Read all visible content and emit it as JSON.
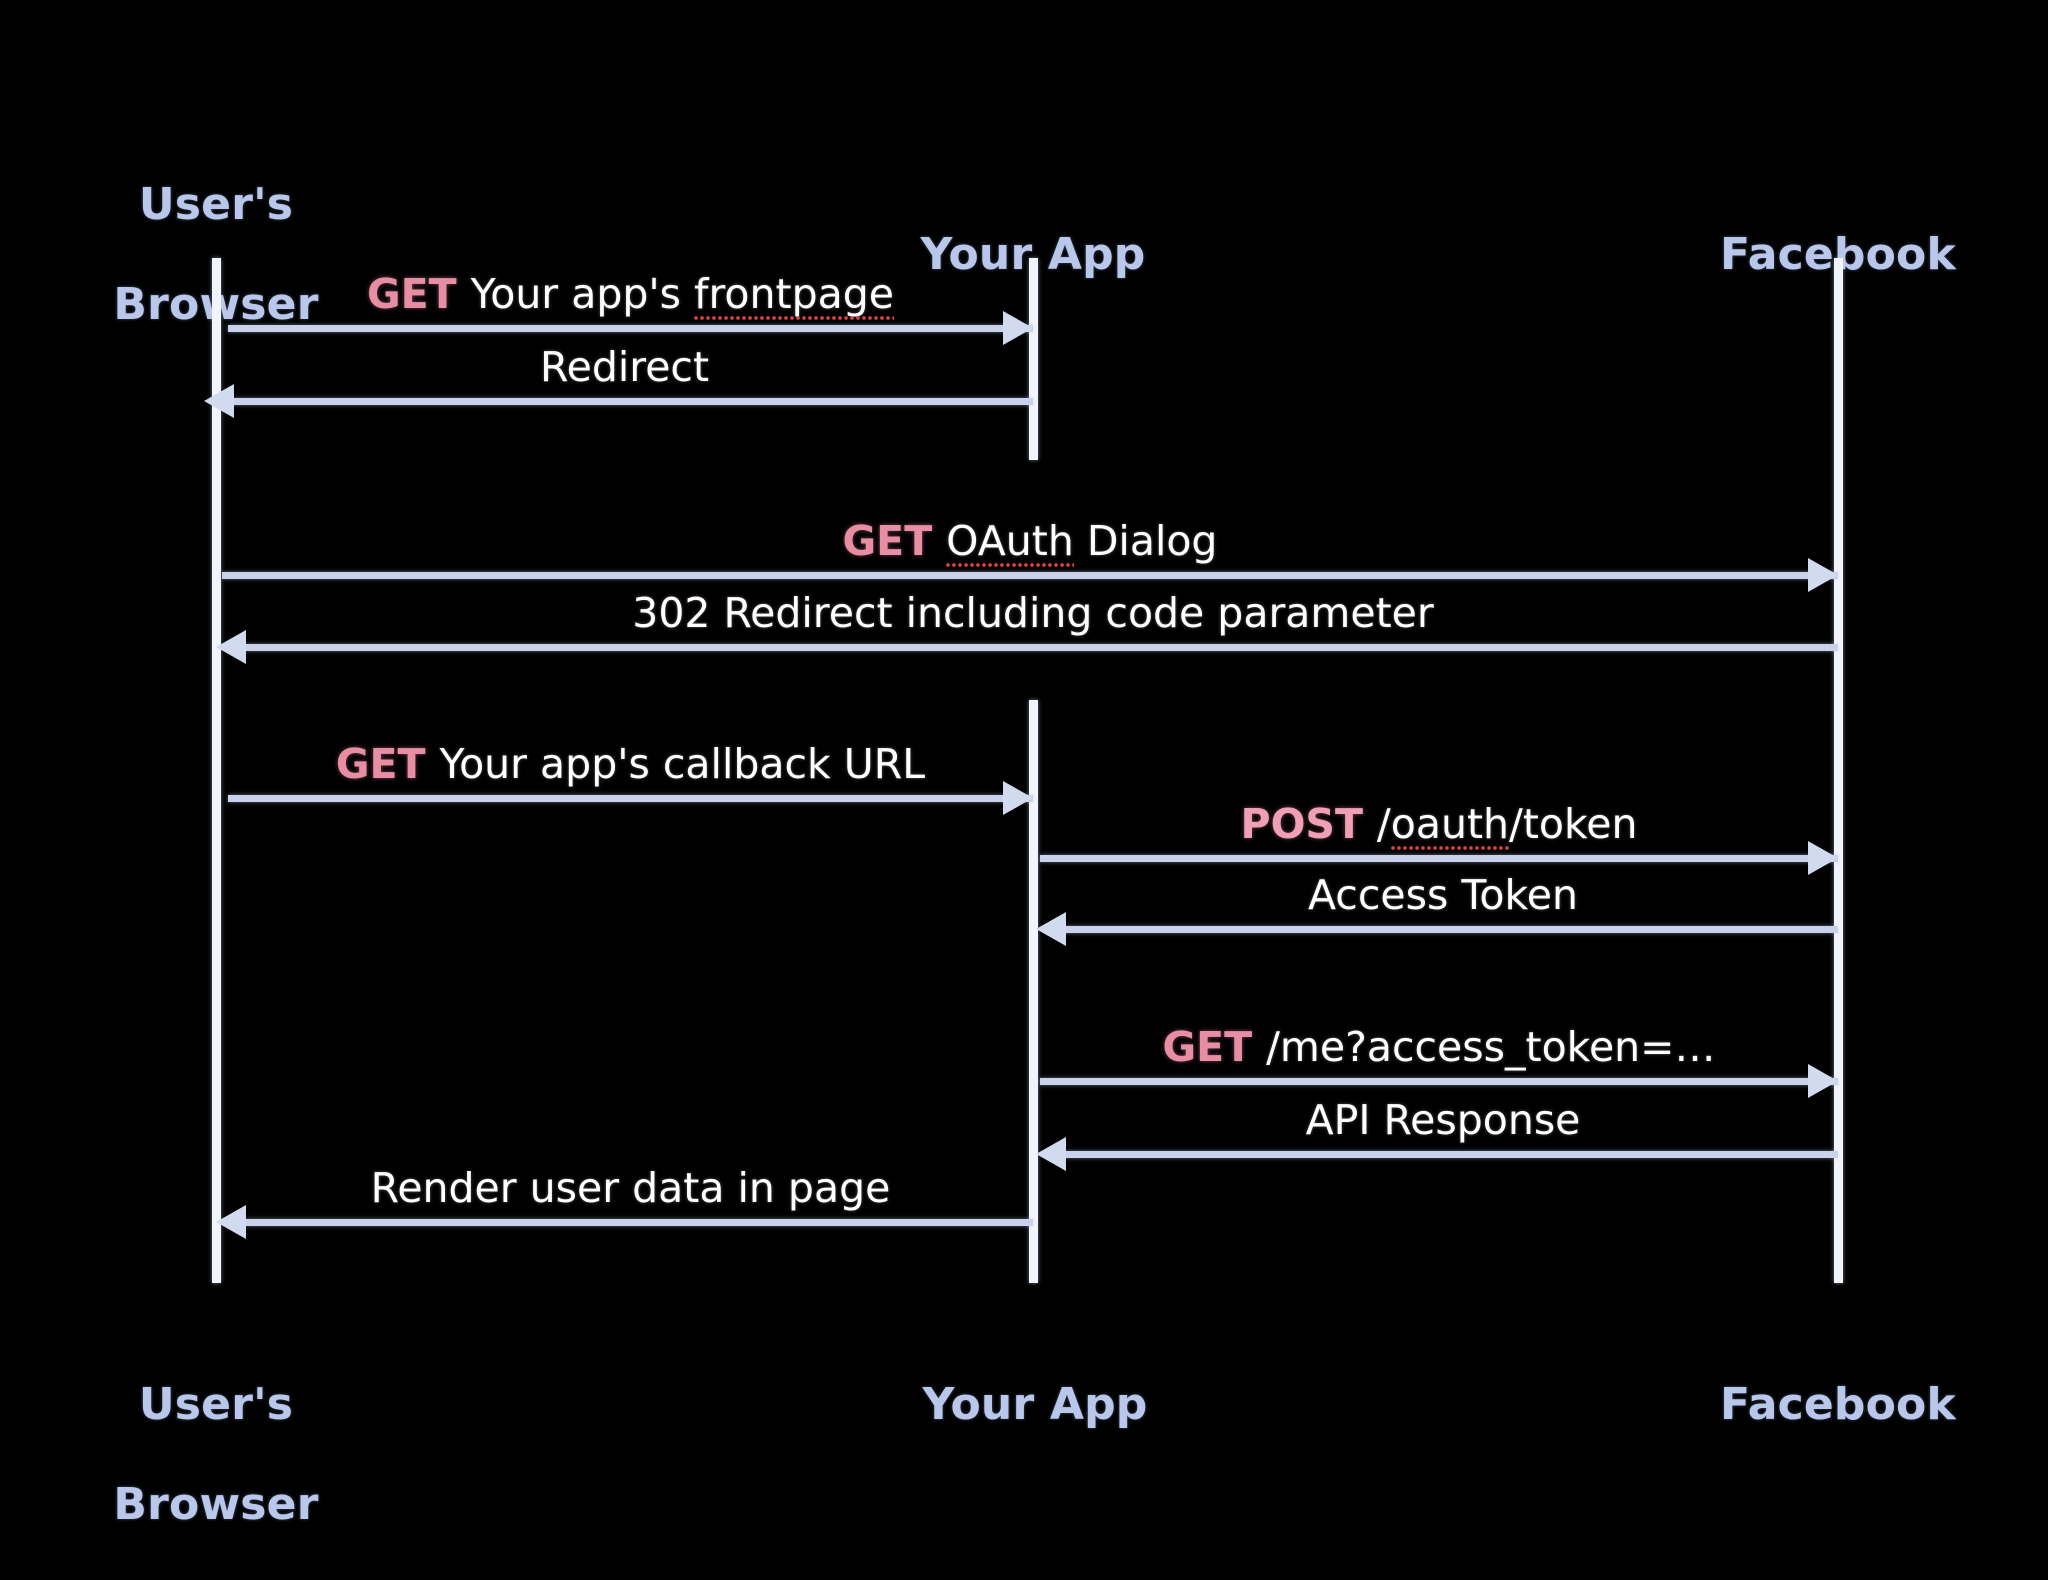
{
  "diagram": {
    "title": "OAuth 2.0 Authorization Code Flow (Facebook Login)",
    "background_color": "#000000",
    "line_color": "#c9d2ea",
    "participant_color": "#b9c7ea",
    "verb_color": "#e78ea5",
    "text_color": "#ffffff",
    "spellcheck_underline_color": "#d8443a"
  },
  "participants": [
    {
      "id": "browser",
      "label": "User's\nBrowser",
      "label_line1": "User's",
      "label_line2": "Browser"
    },
    {
      "id": "app",
      "label": "Your App",
      "label_line1": "Your App",
      "label_line2": ""
    },
    {
      "id": "facebook",
      "label": "Facebook",
      "label_line1": "Facebook",
      "label_line2": ""
    }
  ],
  "messages": [
    {
      "id": "m1",
      "from": "browser",
      "to": "app",
      "direction": "right",
      "verb": "GET",
      "text": "Your app's frontpage",
      "text_pre": "Your app's ",
      "text_misspelled": "frontpage",
      "text_post": "",
      "full_label": "GET Your app's frontpage"
    },
    {
      "id": "m2",
      "from": "app",
      "to": "browser",
      "direction": "left",
      "verb": "",
      "text": "Redirect",
      "text_pre": "Redirect",
      "text_misspelled": "",
      "text_post": "",
      "full_label": "Redirect"
    },
    {
      "id": "m3",
      "from": "browser",
      "to": "facebook",
      "direction": "right",
      "verb": "GET",
      "text": "OAuth Dialog",
      "text_pre": "",
      "text_misspelled": "OAuth",
      "text_post": " Dialog",
      "full_label": "GET OAuth Dialog"
    },
    {
      "id": "m4",
      "from": "facebook",
      "to": "browser",
      "direction": "left",
      "verb": "",
      "text": "302 Redirect including code parameter",
      "text_pre": "302 Redirect including code parameter",
      "text_misspelled": "",
      "text_post": "",
      "full_label": "302 Redirect including code parameter"
    },
    {
      "id": "m5",
      "from": "browser",
      "to": "app",
      "direction": "right",
      "verb": "GET",
      "text": "Your app's callback URL",
      "text_pre": "Your app's callback URL",
      "text_misspelled": "",
      "text_post": "",
      "full_label": "GET Your app's callback URL"
    },
    {
      "id": "m6",
      "from": "app",
      "to": "facebook",
      "direction": "right",
      "verb": "POST",
      "text": "/oauth/token",
      "text_pre": "/",
      "text_misspelled": "oauth",
      "text_post": "/token",
      "full_label": "POST /oauth/token"
    },
    {
      "id": "m7",
      "from": "facebook",
      "to": "app",
      "direction": "left",
      "verb": "",
      "text": "Access Token",
      "text_pre": "Access Token",
      "text_misspelled": "",
      "text_post": "",
      "full_label": "Access Token"
    },
    {
      "id": "m8",
      "from": "app",
      "to": "facebook",
      "direction": "right",
      "verb": "GET",
      "text": "/me?access_token=…",
      "text_pre": "/me?access_token=…",
      "text_misspelled": "",
      "text_post": "",
      "full_label": "GET /me?access_token=…"
    },
    {
      "id": "m9",
      "from": "facebook",
      "to": "app",
      "direction": "left",
      "verb": "",
      "text": "API Response",
      "text_pre": "API Response",
      "text_misspelled": "",
      "text_post": "",
      "full_label": "API Response"
    },
    {
      "id": "m10",
      "from": "app",
      "to": "browser",
      "direction": "left",
      "verb": "",
      "text": "Render user data in page",
      "text_pre": "Render user data in page",
      "text_misspelled": "",
      "text_post": "",
      "full_label": "Render user data in page"
    }
  ]
}
